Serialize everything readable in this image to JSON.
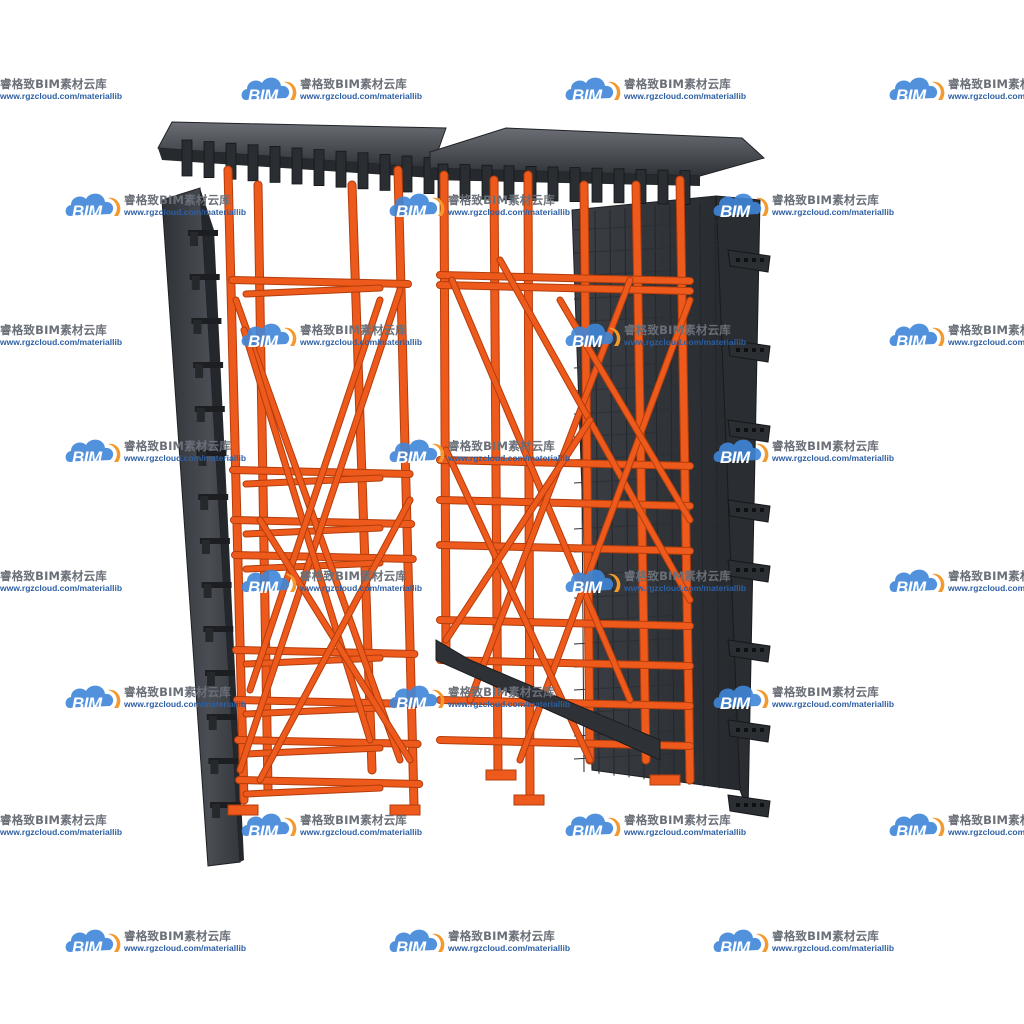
{
  "watermark": {
    "brand": "BIM",
    "title": "睿格致BIM素材云库",
    "url": "www.rgzcloud.com/materiallib",
    "colors": {
      "cloud_blue": "#3f86d8",
      "cloud_orange": "#f29a2e",
      "text_gray": "#6a6f78",
      "url_blue": "#2d5fa3"
    }
  },
  "scene": {
    "description_icon": "formwork-scaffold-illustration",
    "colors": {
      "scaffold_orange": "#ee5a1c",
      "scaffold_dark": "#b33d0c",
      "panel_dark": "#3a3d42",
      "panel_mid": "#55595f",
      "steel": "#2b2e33"
    }
  }
}
